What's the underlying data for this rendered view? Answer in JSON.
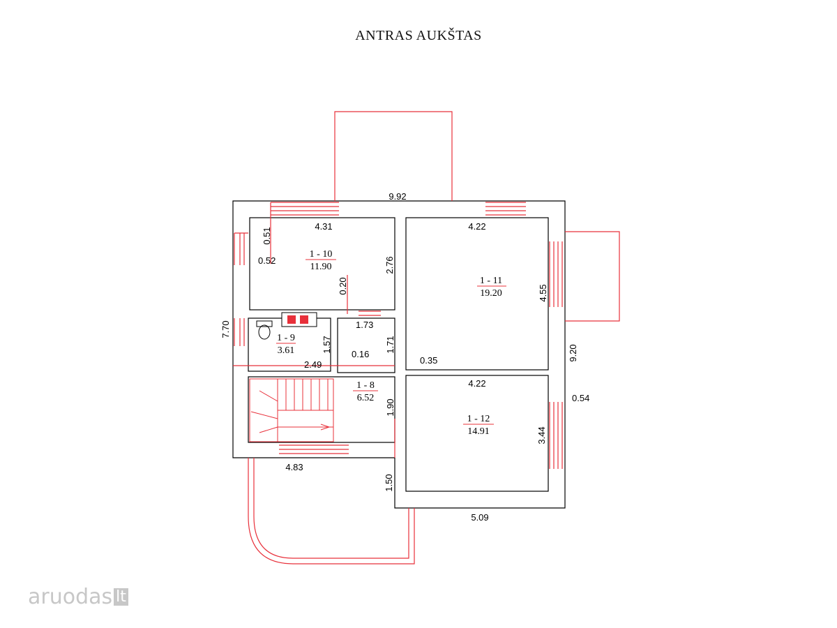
{
  "title": "ANTRAS AUKŠTAS",
  "rooms": [
    {
      "id": "1 - 10",
      "area": "11.90"
    },
    {
      "id": "1 - 11",
      "area": "19.20"
    },
    {
      "id": "1 - 9",
      "area": "3.61"
    },
    {
      "id": "1 - 8",
      "area": "6.52"
    },
    {
      "id": "1 - 12",
      "area": "14.91"
    }
  ],
  "dimensions": {
    "overall_top": "9.92",
    "room10_width": "4.31",
    "room11_width": "4.22",
    "wall_051": "0.51",
    "wall_052": "0.52",
    "room10_height": "2.76",
    "wall_020": "0.20",
    "room11_height": "4.55",
    "left_total": "7.70",
    "hall_173": "1.73",
    "room9_height": "1.57",
    "hall_171": "1.71",
    "wall_016": "0.16",
    "wall_035": "0.35",
    "room9_width": "2.49",
    "right_total": "9.20",
    "room12_width": "4.22",
    "wall_054": "0.54",
    "hall_190": "1.90",
    "room12_height": "3.44",
    "bottom_left": "4.83",
    "step_150": "1.50",
    "bottom_right": "5.09"
  },
  "watermark": {
    "brand": "aruodas",
    "suffix": "lt"
  }
}
